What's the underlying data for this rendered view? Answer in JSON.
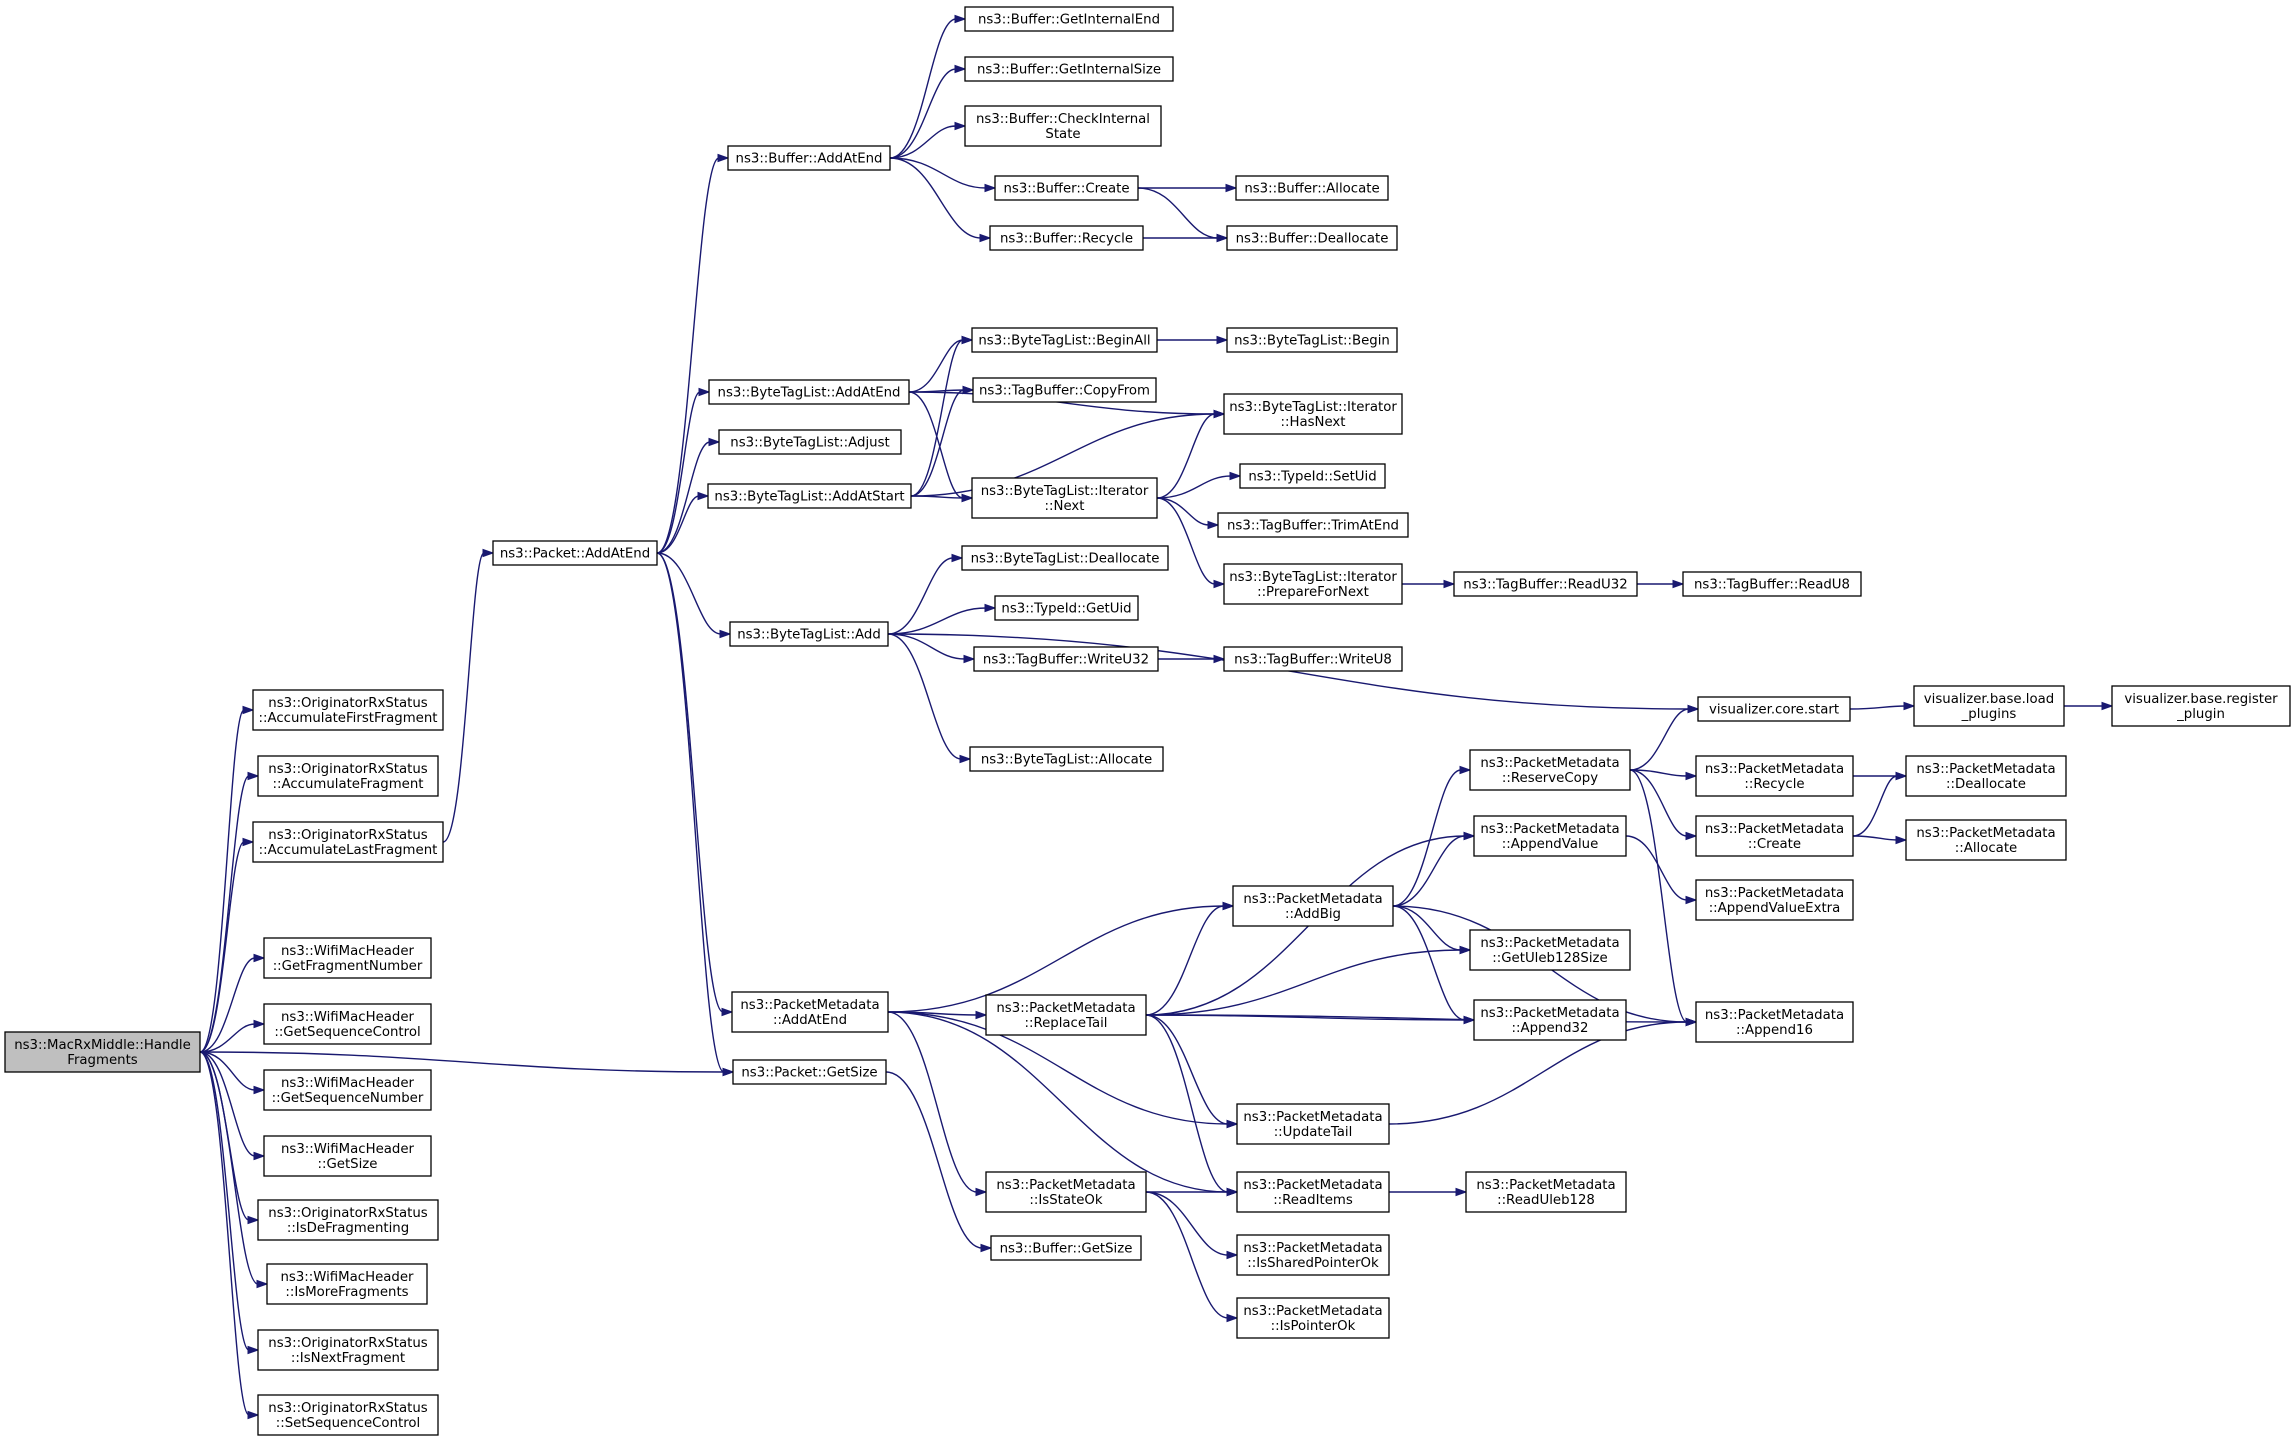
{
  "graph": {
    "edge_color": "#191970",
    "root_fill": "#bfbfbf",
    "node_fill": "#ffffff",
    "nodes": [
      {
        "id": "handle",
        "lines": [
          "ns3::MacRxMiddle::Handle",
          "Fragments"
        ],
        "root": true
      },
      {
        "id": "accFirst",
        "lines": [
          "ns3::OriginatorRxStatus",
          "::AccumulateFirstFragment"
        ]
      },
      {
        "id": "accFrag",
        "lines": [
          "ns3::OriginatorRxStatus",
          "::AccumulateFragment"
        ]
      },
      {
        "id": "accLast",
        "lines": [
          "ns3::OriginatorRxStatus",
          "::AccumulateLastFragment"
        ]
      },
      {
        "id": "getFragNum",
        "lines": [
          "ns3::WifiMacHeader",
          "::GetFragmentNumber"
        ]
      },
      {
        "id": "getSeqCtl",
        "lines": [
          "ns3::WifiMacHeader",
          "::GetSequenceControl"
        ]
      },
      {
        "id": "getSeqNum",
        "lines": [
          "ns3::WifiMacHeader",
          "::GetSequenceNumber"
        ]
      },
      {
        "id": "wmhGetSize",
        "lines": [
          "ns3::WifiMacHeader",
          "::GetSize"
        ]
      },
      {
        "id": "isDefrag",
        "lines": [
          "ns3::OriginatorRxStatus",
          "::IsDeFragmenting"
        ]
      },
      {
        "id": "isMoreFrag",
        "lines": [
          "ns3::WifiMacHeader",
          "::IsMoreFragments"
        ]
      },
      {
        "id": "isNextFrag",
        "lines": [
          "ns3::OriginatorRxStatus",
          "::IsNextFragment"
        ]
      },
      {
        "id": "setSeqCtl",
        "lines": [
          "ns3::OriginatorRxStatus",
          "::SetSequenceControl"
        ]
      },
      {
        "id": "pktAddAtEnd",
        "lines": [
          "ns3::Packet::AddAtEnd"
        ]
      },
      {
        "id": "pktGetSize",
        "lines": [
          "ns3::Packet::GetSize"
        ]
      },
      {
        "id": "bufAddAtEnd",
        "lines": [
          "ns3::Buffer::AddAtEnd"
        ]
      },
      {
        "id": "btlAddAtEnd",
        "lines": [
          "ns3::ByteTagList::AddAtEnd"
        ]
      },
      {
        "id": "btlAdjust",
        "lines": [
          "ns3::ByteTagList::Adjust"
        ]
      },
      {
        "id": "btlAddAtStart",
        "lines": [
          "ns3::ByteTagList::AddAtStart"
        ]
      },
      {
        "id": "btlAdd",
        "lines": [
          "ns3::ByteTagList::Add"
        ]
      },
      {
        "id": "pmAddAtEnd",
        "lines": [
          "ns3::PacketMetadata",
          "::AddAtEnd"
        ]
      },
      {
        "id": "bufGetIntEnd",
        "lines": [
          "ns3::Buffer::GetInternalEnd"
        ]
      },
      {
        "id": "bufGetIntSize",
        "lines": [
          "ns3::Buffer::GetInternalSize"
        ]
      },
      {
        "id": "bufCheckInt",
        "lines": [
          "ns3::Buffer::CheckInternal",
          "State"
        ]
      },
      {
        "id": "bufCreate",
        "lines": [
          "ns3::Buffer::Create"
        ]
      },
      {
        "id": "bufRecycle",
        "lines": [
          "ns3::Buffer::Recycle"
        ]
      },
      {
        "id": "bufAllocate",
        "lines": [
          "ns3::Buffer::Allocate"
        ]
      },
      {
        "id": "bufDealloc",
        "lines": [
          "ns3::Buffer::Deallocate"
        ]
      },
      {
        "id": "btlBeginAll",
        "lines": [
          "ns3::ByteTagList::BeginAll"
        ]
      },
      {
        "id": "btlBegin",
        "lines": [
          "ns3::ByteTagList::Begin"
        ]
      },
      {
        "id": "tbCopyFrom",
        "lines": [
          "ns3::TagBuffer::CopyFrom"
        ]
      },
      {
        "id": "btlHasNext",
        "lines": [
          "ns3::ByteTagList::Iterator",
          "::HasNext"
        ]
      },
      {
        "id": "btlNext",
        "lines": [
          "ns3::ByteTagList::Iterator",
          "::Next"
        ]
      },
      {
        "id": "tidSetUid",
        "lines": [
          "ns3::TypeId::SetUid"
        ]
      },
      {
        "id": "tbTrimAtEnd",
        "lines": [
          "ns3::TagBuffer::TrimAtEnd"
        ]
      },
      {
        "id": "btlPrepNext",
        "lines": [
          "ns3::ByteTagList::Iterator",
          "::PrepareForNext"
        ]
      },
      {
        "id": "tbReadU32",
        "lines": [
          "ns3::TagBuffer::ReadU32"
        ]
      },
      {
        "id": "tbReadU8",
        "lines": [
          "ns3::TagBuffer::ReadU8"
        ]
      },
      {
        "id": "btlDealloc",
        "lines": [
          "ns3::ByteTagList::Deallocate"
        ]
      },
      {
        "id": "tidGetUid",
        "lines": [
          "ns3::TypeId::GetUid"
        ]
      },
      {
        "id": "tbWriteU32",
        "lines": [
          "ns3::TagBuffer::WriteU32"
        ]
      },
      {
        "id": "tbWriteU8",
        "lines": [
          "ns3::TagBuffer::WriteU8"
        ]
      },
      {
        "id": "btlAllocate",
        "lines": [
          "ns3::ByteTagList::Allocate"
        ]
      },
      {
        "id": "vizStart",
        "lines": [
          "visualizer.core.start"
        ]
      },
      {
        "id": "vizLoad",
        "lines": [
          "visualizer.base.load",
          "_plugins"
        ]
      },
      {
        "id": "vizRegister",
        "lines": [
          "visualizer.base.register",
          "_plugin"
        ]
      },
      {
        "id": "pmReserveCopy",
        "lines": [
          "ns3::PacketMetadata",
          "::ReserveCopy"
        ]
      },
      {
        "id": "pmRecycle",
        "lines": [
          "ns3::PacketMetadata",
          "::Recycle"
        ]
      },
      {
        "id": "pmDealloc",
        "lines": [
          "ns3::PacketMetadata",
          "::Deallocate"
        ]
      },
      {
        "id": "pmCreate",
        "lines": [
          "ns3::PacketMetadata",
          "::Create"
        ]
      },
      {
        "id": "pmAllocate",
        "lines": [
          "ns3::PacketMetadata",
          "::Allocate"
        ]
      },
      {
        "id": "pmAppendValue",
        "lines": [
          "ns3::PacketMetadata",
          "::AppendValue"
        ]
      },
      {
        "id": "pmAppendValueExtra",
        "lines": [
          "ns3::PacketMetadata",
          "::AppendValueExtra"
        ]
      },
      {
        "id": "pmAddBig",
        "lines": [
          "ns3::PacketMetadata",
          "::AddBig"
        ]
      },
      {
        "id": "pmGetUleb",
        "lines": [
          "ns3::PacketMetadata",
          "::GetUleb128Size"
        ]
      },
      {
        "id": "pmReplaceTail",
        "lines": [
          "ns3::PacketMetadata",
          "::ReplaceTail"
        ]
      },
      {
        "id": "pmAppend32",
        "lines": [
          "ns3::PacketMetadata",
          "::Append32"
        ]
      },
      {
        "id": "pmAppend16",
        "lines": [
          "ns3::PacketMetadata",
          "::Append16"
        ]
      },
      {
        "id": "pmUpdateTail",
        "lines": [
          "ns3::PacketMetadata",
          "::UpdateTail"
        ]
      },
      {
        "id": "pmIsStateOk",
        "lines": [
          "ns3::PacketMetadata",
          "::IsStateOk"
        ]
      },
      {
        "id": "pmReadItems",
        "lines": [
          "ns3::PacketMetadata",
          "::ReadItems"
        ]
      },
      {
        "id": "pmReadUleb",
        "lines": [
          "ns3::PacketMetadata",
          "::ReadUleb128"
        ]
      },
      {
        "id": "pmIsShared",
        "lines": [
          "ns3::PacketMetadata",
          "::IsSharedPointerOk"
        ]
      },
      {
        "id": "pmIsPointer",
        "lines": [
          "ns3::PacketMetadata",
          "::IsPointerOk"
        ]
      },
      {
        "id": "bufGetSize",
        "lines": [
          "ns3::Buffer::GetSize"
        ]
      }
    ],
    "edges": [
      [
        "handle",
        "accFirst"
      ],
      [
        "handle",
        "accFrag"
      ],
      [
        "handle",
        "accLast"
      ],
      [
        "handle",
        "pktGetSize"
      ],
      [
        "handle",
        "getFragNum"
      ],
      [
        "handle",
        "getSeqCtl"
      ],
      [
        "handle",
        "getSeqNum"
      ],
      [
        "handle",
        "wmhGetSize"
      ],
      [
        "handle",
        "isDefrag"
      ],
      [
        "handle",
        "isMoreFrag"
      ],
      [
        "handle",
        "isNextFrag"
      ],
      [
        "handle",
        "setSeqCtl"
      ],
      [
        "accLast",
        "pktAddAtEnd"
      ],
      [
        "pktAddAtEnd",
        "bufAddAtEnd"
      ],
      [
        "pktAddAtEnd",
        "btlAddAtEnd"
      ],
      [
        "pktAddAtEnd",
        "btlAdjust"
      ],
      [
        "pktAddAtEnd",
        "btlAddAtStart"
      ],
      [
        "pktAddAtEnd",
        "btlAdd"
      ],
      [
        "pktAddAtEnd",
        "pmAddAtEnd"
      ],
      [
        "pktAddAtEnd",
        "pktGetSize"
      ],
      [
        "bufAddAtEnd",
        "bufGetIntEnd"
      ],
      [
        "bufAddAtEnd",
        "bufGetIntSize"
      ],
      [
        "bufAddAtEnd",
        "bufCheckInt"
      ],
      [
        "bufAddAtEnd",
        "bufCreate"
      ],
      [
        "bufAddAtEnd",
        "bufRecycle"
      ],
      [
        "bufCreate",
        "bufAllocate"
      ],
      [
        "bufCreate",
        "bufDealloc"
      ],
      [
        "bufRecycle",
        "bufDealloc"
      ],
      [
        "btlAddAtEnd",
        "btlBeginAll"
      ],
      [
        "btlAddAtEnd",
        "tbCopyFrom"
      ],
      [
        "btlAddAtEnd",
        "btlHasNext"
      ],
      [
        "btlAddAtEnd",
        "btlNext"
      ],
      [
        "btlAddAtStart",
        "btlBeginAll"
      ],
      [
        "btlAddAtStart",
        "tbCopyFrom"
      ],
      [
        "btlAddAtStart",
        "btlHasNext"
      ],
      [
        "btlAddAtStart",
        "btlNext"
      ],
      [
        "btlBeginAll",
        "btlBegin"
      ],
      [
        "btlNext",
        "btlHasNext"
      ],
      [
        "btlNext",
        "tidSetUid"
      ],
      [
        "btlNext",
        "tbTrimAtEnd"
      ],
      [
        "btlNext",
        "btlPrepNext"
      ],
      [
        "btlPrepNext",
        "tbReadU32"
      ],
      [
        "tbReadU32",
        "tbReadU8"
      ],
      [
        "btlAdd",
        "btlDealloc"
      ],
      [
        "btlAdd",
        "tidGetUid"
      ],
      [
        "btlAdd",
        "tbWriteU32"
      ],
      [
        "btlAdd",
        "vizStart"
      ],
      [
        "btlAdd",
        "btlAllocate"
      ],
      [
        "tbWriteU32",
        "tbWriteU8"
      ],
      [
        "vizStart",
        "vizLoad"
      ],
      [
        "vizLoad",
        "vizRegister"
      ],
      [
        "pmAddAtEnd",
        "pmAddBig"
      ],
      [
        "pmAddAtEnd",
        "pmReplaceTail"
      ],
      [
        "pmAddAtEnd",
        "pmUpdateTail"
      ],
      [
        "pmAddAtEnd",
        "pmReadItems"
      ],
      [
        "pmAddAtEnd",
        "pmIsStateOk"
      ],
      [
        "pmReplaceTail",
        "pmAppendValue"
      ],
      [
        "pmReplaceTail",
        "pmAddBig"
      ],
      [
        "pmReplaceTail",
        "pmGetUleb"
      ],
      [
        "pmReplaceTail",
        "pmAppend32"
      ],
      [
        "pmReplaceTail",
        "pmAppend16"
      ],
      [
        "pmReplaceTail",
        "pmUpdateTail"
      ],
      [
        "pmReplaceTail",
        "pmReadItems"
      ],
      [
        "pmAddBig",
        "pmReserveCopy"
      ],
      [
        "pmAddBig",
        "pmAppendValue"
      ],
      [
        "pmAddBig",
        "pmGetUleb"
      ],
      [
        "pmAddBig",
        "pmAppend32"
      ],
      [
        "pmAddBig",
        "pmAppend16"
      ],
      [
        "pmReserveCopy",
        "vizStart"
      ],
      [
        "pmReserveCopy",
        "pmRecycle"
      ],
      [
        "pmReserveCopy",
        "pmCreate"
      ],
      [
        "pmReserveCopy",
        "pmAppend16"
      ],
      [
        "pmRecycle",
        "pmDealloc"
      ],
      [
        "pmCreate",
        "pmDealloc"
      ],
      [
        "pmCreate",
        "pmAllocate"
      ],
      [
        "pmAppendValue",
        "pmAppendValueExtra"
      ],
      [
        "pmUpdateTail",
        "pmAppend16"
      ],
      [
        "pmIsStateOk",
        "pmReadItems"
      ],
      [
        "pmIsStateOk",
        "pmIsShared"
      ],
      [
        "pmIsStateOk",
        "pmIsPointer"
      ],
      [
        "pmReadItems",
        "pmReadUleb"
      ],
      [
        "pktGetSize",
        "bufGetSize"
      ]
    ]
  }
}
